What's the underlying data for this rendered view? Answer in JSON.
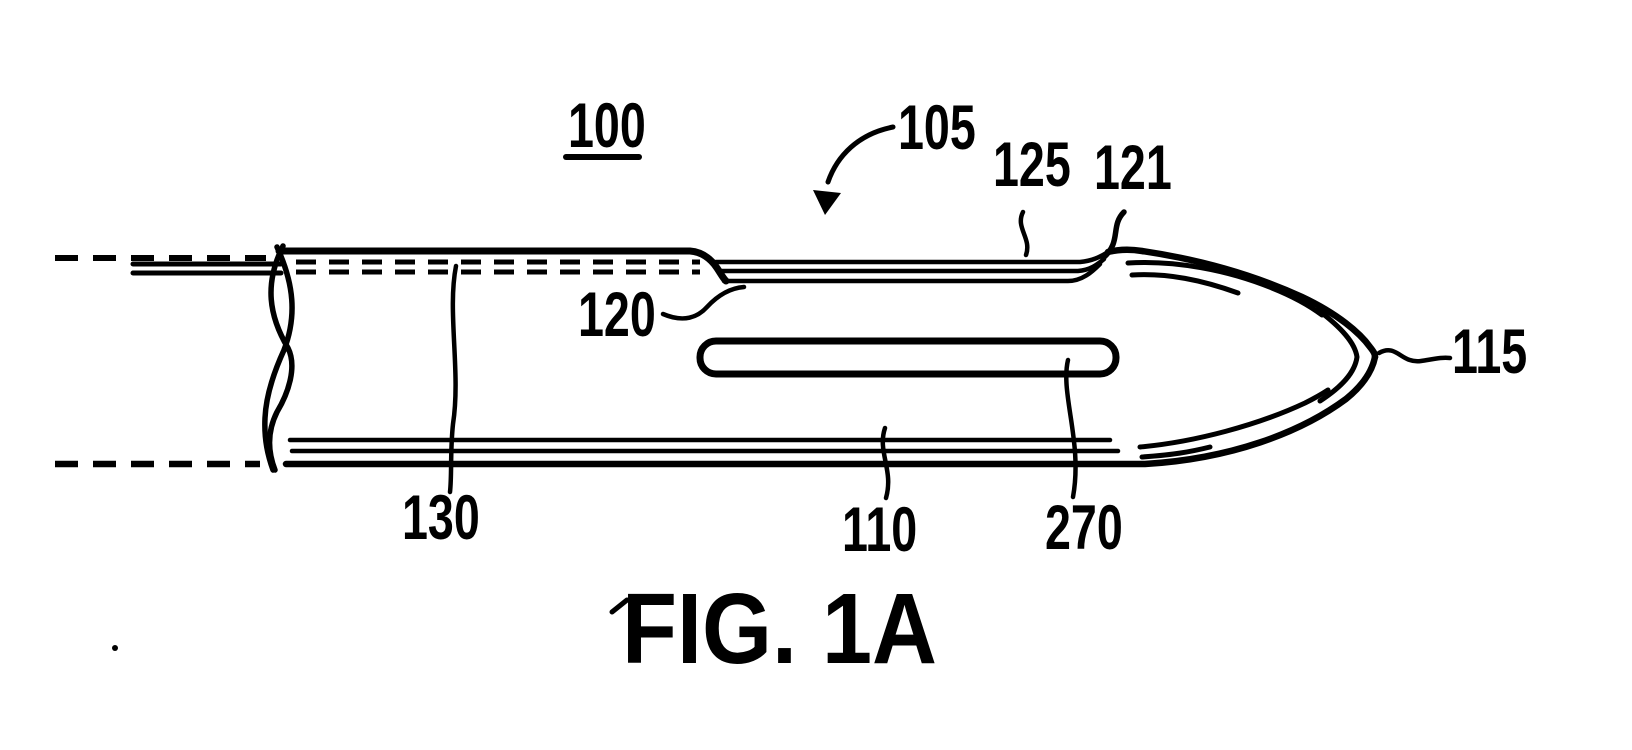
{
  "figure": {
    "caption": "FIG. 1A"
  },
  "labels": {
    "n100": "100",
    "n105": "105",
    "n110": "110",
    "n115": "115",
    "n120": "120",
    "n121": "121",
    "n125": "125",
    "n130": "130",
    "n270": "270"
  },
  "colors": {
    "ink": "#000000",
    "paper": "#ffffff"
  }
}
